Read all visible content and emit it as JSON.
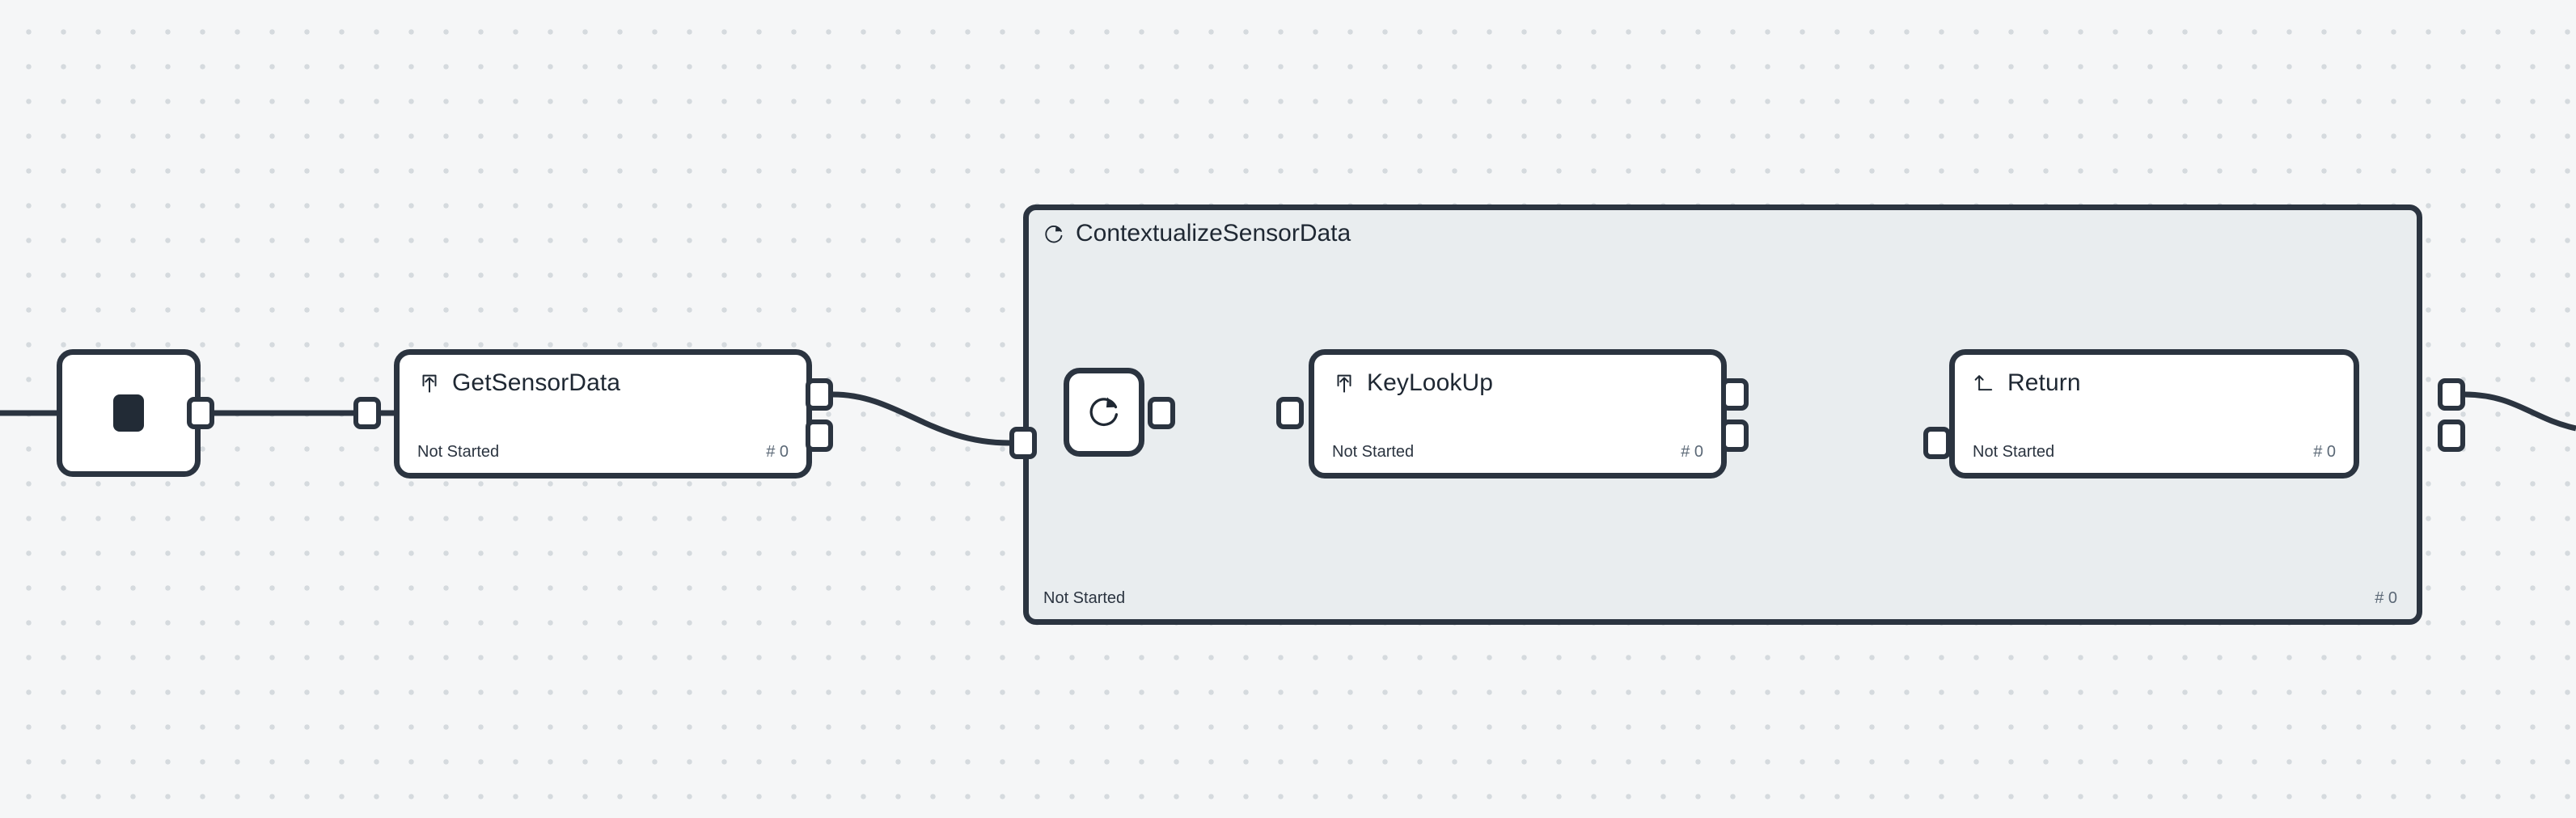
{
  "canvas": {
    "background_color": "#f5f6f7",
    "dot_color": "#d5dade",
    "grid_spacing": "43"
  },
  "theme": {
    "node_border": "#2b3440",
    "node_fill": "#ffffff",
    "group_fill": "#e9edef",
    "text_primary": "#1f2833",
    "text_muted": "#5b6876",
    "edge_color": "#2b3440"
  },
  "start_node": {
    "name": "start-node",
    "glyph": "stop-square-icon"
  },
  "nodes": [
    {
      "id": "get-sensor-data",
      "title": "GetSensorData",
      "icon": "import-box-arrow-up-icon",
      "status": "Not Started",
      "count": "# 0"
    },
    {
      "id": "key-look-up",
      "title": "KeyLookUp",
      "icon": "import-box-arrow-up-icon",
      "status": "Not Started",
      "count": "# 0"
    },
    {
      "id": "return",
      "title": "Return",
      "icon": "arrow-elbow-up-left-icon",
      "status": "Not Started",
      "count": "# 0"
    }
  ],
  "loop_node": {
    "name": "loop-node",
    "icon": "refresh-circular-arrow-icon"
  },
  "group": {
    "title": "ContextualizeSensorData",
    "icon": "refresh-circular-arrow-icon",
    "status": "Not Started",
    "count": "# 0"
  }
}
